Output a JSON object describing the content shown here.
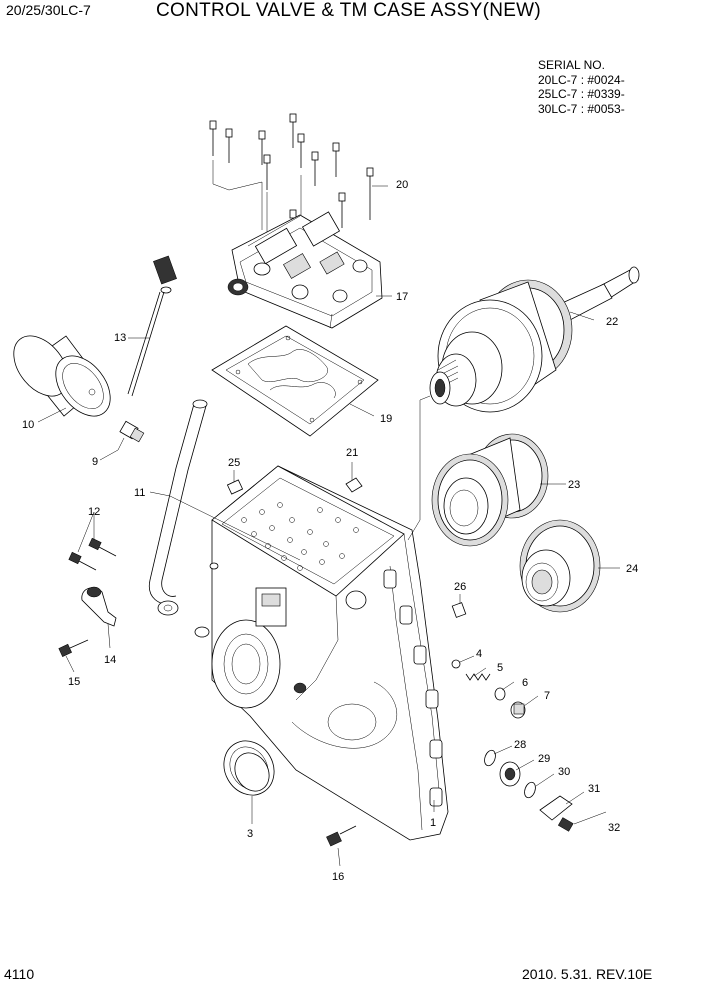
{
  "header": {
    "model": "20/25/30LC-7",
    "title": "CONTROL VALVE & TM CASE ASSY(NEW)"
  },
  "serial": {
    "heading": "SERIAL NO.",
    "lines": [
      "20LC-7 : #0024-",
      "25LC-7 : #0339-",
      "30LC-7 : #0053-"
    ]
  },
  "footer": {
    "page": "4110",
    "date_rev": "2010. 5.31.  REV.10E"
  },
  "callouts": {
    "c1": "1",
    "c3": "3",
    "c4": "4",
    "c5": "5",
    "c6": "6",
    "c7": "7",
    "c9": "9",
    "c10": "10",
    "c11": "11",
    "c12": "12",
    "c13": "13",
    "c14": "14",
    "c15": "15",
    "c16": "16",
    "c17": "17",
    "c19": "19",
    "c20": "20",
    "c21": "21",
    "c22": "22",
    "c23": "23",
    "c24": "24",
    "c25": "25",
    "c26": "26",
    "c28": "28",
    "c29": "29",
    "c30": "30",
    "c31": "31",
    "c32": "32"
  }
}
